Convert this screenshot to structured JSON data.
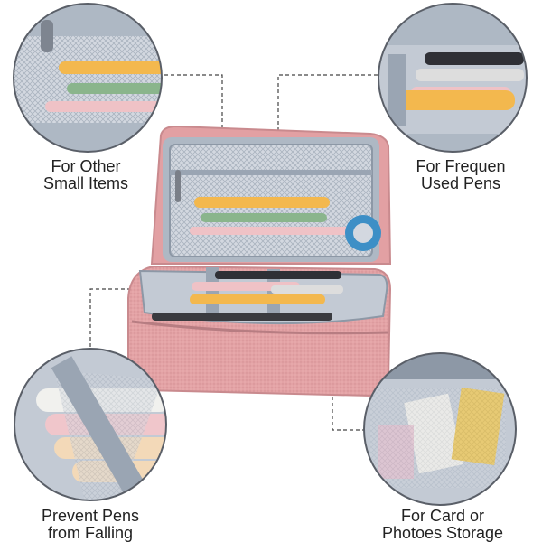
{
  "captions": {
    "top_left": [
      "For Other",
      "Small Items"
    ],
    "top_right": [
      "For Frequen",
      "Used Pens"
    ],
    "bottom_left": [
      "Prevent Pens",
      "from Falling"
    ],
    "bottom_right": [
      "For Card or",
      "Photoes Storage"
    ]
  },
  "colors": {
    "case_pink": "#e6a4a6",
    "lining_grey": "#aeb8c4",
    "mesh": "#c9cfd8",
    "pen_orange": "#f3b84e",
    "pen_green": "#8ab58c",
    "pen_pink": "#efc2c6",
    "tape_blue": "#3d8fc6",
    "leader_line": "#444444"
  }
}
